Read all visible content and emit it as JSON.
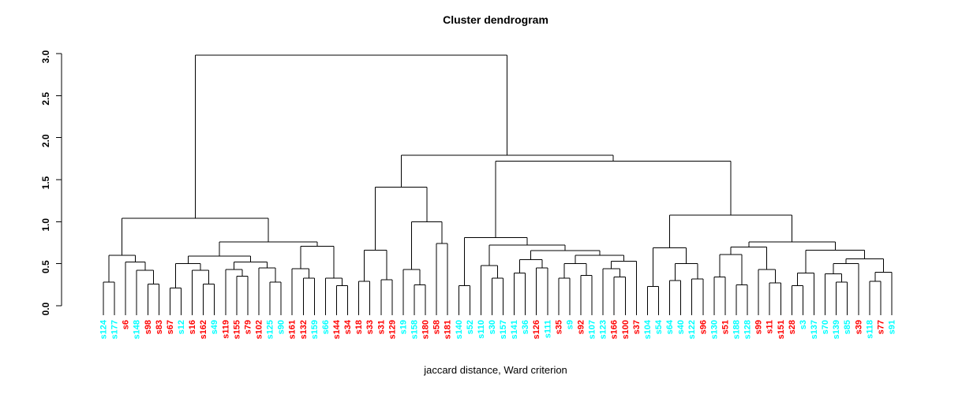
{
  "chart_data": {
    "type": "dendrogram",
    "title": "Cluster dendrogram",
    "xlabel": "jaccard distance, Ward criterion",
    "y_axis": {
      "ticks": [
        0.0,
        0.5,
        1.0,
        1.5,
        2.0,
        2.5,
        3.0
      ],
      "range": [
        0,
        3
      ],
      "grid": false
    },
    "palette": {
      "cyan": "#00FFFF",
      "red": "#FF0000",
      "line": "#000000"
    },
    "leaves": [
      {
        "label": "s124",
        "color": "cyan"
      },
      {
        "label": "s177",
        "color": "cyan"
      },
      {
        "label": "s6",
        "color": "red"
      },
      {
        "label": "s148",
        "color": "cyan"
      },
      {
        "label": "s98",
        "color": "red"
      },
      {
        "label": "s83",
        "color": "red"
      },
      {
        "label": "s67",
        "color": "red"
      },
      {
        "label": "s12",
        "color": "cyan"
      },
      {
        "label": "s16",
        "color": "red"
      },
      {
        "label": "s162",
        "color": "red"
      },
      {
        "label": "s49",
        "color": "cyan"
      },
      {
        "label": "s119",
        "color": "red"
      },
      {
        "label": "s155",
        "color": "red"
      },
      {
        "label": "s79",
        "color": "red"
      },
      {
        "label": "s102",
        "color": "red"
      },
      {
        "label": "s125",
        "color": "cyan"
      },
      {
        "label": "s90",
        "color": "cyan"
      },
      {
        "label": "s161",
        "color": "red"
      },
      {
        "label": "s132",
        "color": "red"
      },
      {
        "label": "s159",
        "color": "cyan"
      },
      {
        "label": "s66",
        "color": "cyan"
      },
      {
        "label": "s144",
        "color": "red"
      },
      {
        "label": "s34",
        "color": "red"
      },
      {
        "label": "s18",
        "color": "red"
      },
      {
        "label": "s33",
        "color": "red"
      },
      {
        "label": "s31",
        "color": "red"
      },
      {
        "label": "s129",
        "color": "red"
      },
      {
        "label": "s19",
        "color": "cyan"
      },
      {
        "label": "s158",
        "color": "cyan"
      },
      {
        "label": "s180",
        "color": "red"
      },
      {
        "label": "s58",
        "color": "red"
      },
      {
        "label": "s181",
        "color": "red"
      },
      {
        "label": "s140",
        "color": "cyan"
      },
      {
        "label": "s52",
        "color": "cyan"
      },
      {
        "label": "s110",
        "color": "cyan"
      },
      {
        "label": "s30",
        "color": "cyan"
      },
      {
        "label": "s157",
        "color": "cyan"
      },
      {
        "label": "s141",
        "color": "cyan"
      },
      {
        "label": "s36",
        "color": "cyan"
      },
      {
        "label": "s126",
        "color": "red"
      },
      {
        "label": "s111",
        "color": "cyan"
      },
      {
        "label": "s35",
        "color": "red"
      },
      {
        "label": "s9",
        "color": "cyan"
      },
      {
        "label": "s92",
        "color": "red"
      },
      {
        "label": "s107",
        "color": "cyan"
      },
      {
        "label": "s123",
        "color": "cyan"
      },
      {
        "label": "s166",
        "color": "red"
      },
      {
        "label": "s100",
        "color": "red"
      },
      {
        "label": "s37",
        "color": "red"
      },
      {
        "label": "s104",
        "color": "cyan"
      },
      {
        "label": "s54",
        "color": "cyan"
      },
      {
        "label": "s64",
        "color": "cyan"
      },
      {
        "label": "s40",
        "color": "cyan"
      },
      {
        "label": "s122",
        "color": "cyan"
      },
      {
        "label": "s96",
        "color": "red"
      },
      {
        "label": "s130",
        "color": "cyan"
      },
      {
        "label": "s51",
        "color": "red"
      },
      {
        "label": "s188",
        "color": "cyan"
      },
      {
        "label": "s128",
        "color": "cyan"
      },
      {
        "label": "s99",
        "color": "red"
      },
      {
        "label": "s11",
        "color": "red"
      },
      {
        "label": "s151",
        "color": "red"
      },
      {
        "label": "s28",
        "color": "red"
      },
      {
        "label": "s3",
        "color": "cyan"
      },
      {
        "label": "s137",
        "color": "cyan"
      },
      {
        "label": "s70",
        "color": "cyan"
      },
      {
        "label": "s139",
        "color": "cyan"
      },
      {
        "label": "s85",
        "color": "cyan"
      },
      {
        "label": "s39",
        "color": "red"
      },
      {
        "label": "s118",
        "color": "cyan"
      },
      {
        "label": "s77",
        "color": "red"
      },
      {
        "label": "s91",
        "color": "cyan"
      }
    ],
    "merge_tree": [
      2.98,
      [
        1.04,
        [
          0.6,
          [
            0.28,
            "s124",
            "s177"
          ],
          [
            0.52,
            "s6",
            [
              0.42,
              "s148",
              [
                0.26,
                "s98",
                "s83"
              ]
            ]
          ]
        ],
        [
          0.76,
          [
            0.59,
            [
              0.5,
              [
                0.21,
                "s67",
                "s12"
              ],
              [
                0.42,
                "s16",
                [
                  0.26,
                  "s162",
                  "s49"
                ]
              ]
            ],
            [
              0.52,
              [
                0.43,
                "s119",
                [
                  0.35,
                  "s155",
                  "s79"
                ]
              ],
              [
                0.45,
                "s102",
                [
                  0.28,
                  "s125",
                  "s90"
                ]
              ]
            ]
          ],
          [
            0.71,
            [
              0.44,
              "s161",
              [
                0.33,
                "s132",
                "s159"
              ]
            ],
            [
              0.33,
              "s66",
              [
                0.24,
                "s144",
                "s34"
              ]
            ]
          ]
        ]
      ],
      [
        1.79,
        [
          1.41,
          [
            0.66,
            [
              0.29,
              "s18",
              "s33"
            ],
            [
              0.31,
              "s31",
              "s129"
            ]
          ],
          [
            1.0,
            [
              0.43,
              "s19",
              [
                0.25,
                "s158",
                "s180"
              ]
            ],
            [
              0.74,
              "s58",
              "s181"
            ]
          ]
        ],
        [
          1.72,
          [
            0.81,
            [
              0.24,
              "s140",
              "s52"
            ],
            [
              0.72,
              [
                0.48,
                "s110",
                [
                  0.33,
                  "s30",
                  "s157"
                ]
              ],
              [
                0.655,
                [
                  0.55,
                  [
                    0.39,
                    "s141",
                    "s36"
                  ],
                  [
                    0.45,
                    "s126",
                    "s111"
                  ]
                ],
                [
                  0.6,
                  [
                    0.5,
                    [
                      0.33,
                      "s35",
                      "s9"
                    ],
                    [
                      0.36,
                      "s92",
                      "s107"
                    ]
                  ],
                  [
                    0.53,
                    [
                      0.44,
                      "s123",
                      [
                        0.34,
                        "s166",
                        "s100"
                      ]
                    ],
                    "s37"
                  ]
                ]
              ]
            ]
          ],
          [
            1.08,
            [
              0.69,
              [
                0.23,
                "s104",
                "s54"
              ],
              [
                0.5,
                [
                  0.3,
                  "s64",
                  "s40"
                ],
                [
                  0.32,
                  "s122",
                  "s96"
                ]
              ]
            ],
            [
              0.76,
              [
                0.7,
                [
                  0.61,
                  [
                    0.34,
                    "s130",
                    "s51"
                  ],
                  [
                    0.25,
                    "s188",
                    "s128"
                  ]
                ],
                [
                  0.43,
                  "s99",
                  [
                    0.27,
                    "s11",
                    "s151"
                  ]
                ]
              ],
              [
                0.66,
                [
                  0.39,
                  [
                    0.24,
                    "s28",
                    "s3"
                  ],
                  "s137"
                ],
                [
                  0.56,
                  [
                    0.5,
                    [
                      0.38,
                      "s70",
                      [
                        0.28,
                        "s139",
                        "s85"
                      ]
                    ],
                    "s39"
                  ],
                  [
                    0.4,
                    [
                      0.29,
                      "s118",
                      "s77"
                    ],
                    "s91"
                  ]
                ]
              ]
            ]
          ]
        ]
      ]
    ]
  }
}
